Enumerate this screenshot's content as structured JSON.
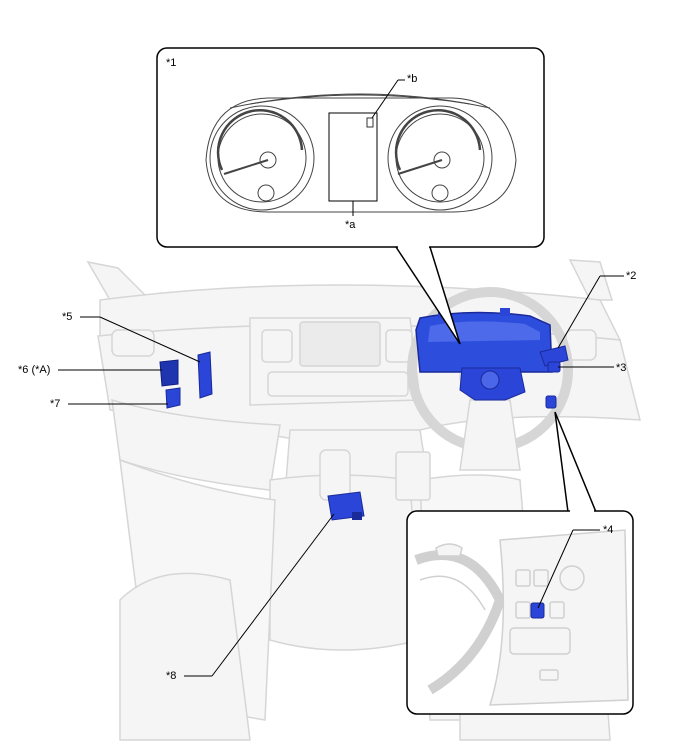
{
  "labels": {
    "c1": "*1",
    "c2": "*2",
    "c3": "*3",
    "c4": "*4",
    "c5": "*5",
    "c6": "*6 (*A)",
    "c7": "*7",
    "c8": "*8",
    "ca": "*a",
    "cb": "*b"
  },
  "colors": {
    "component_blue": "#2a45d8",
    "component_dark": "#1a2a9a",
    "interior_line": "#d4d4d4",
    "interior_fill": "#f4f4f4",
    "leader": "#000000"
  }
}
